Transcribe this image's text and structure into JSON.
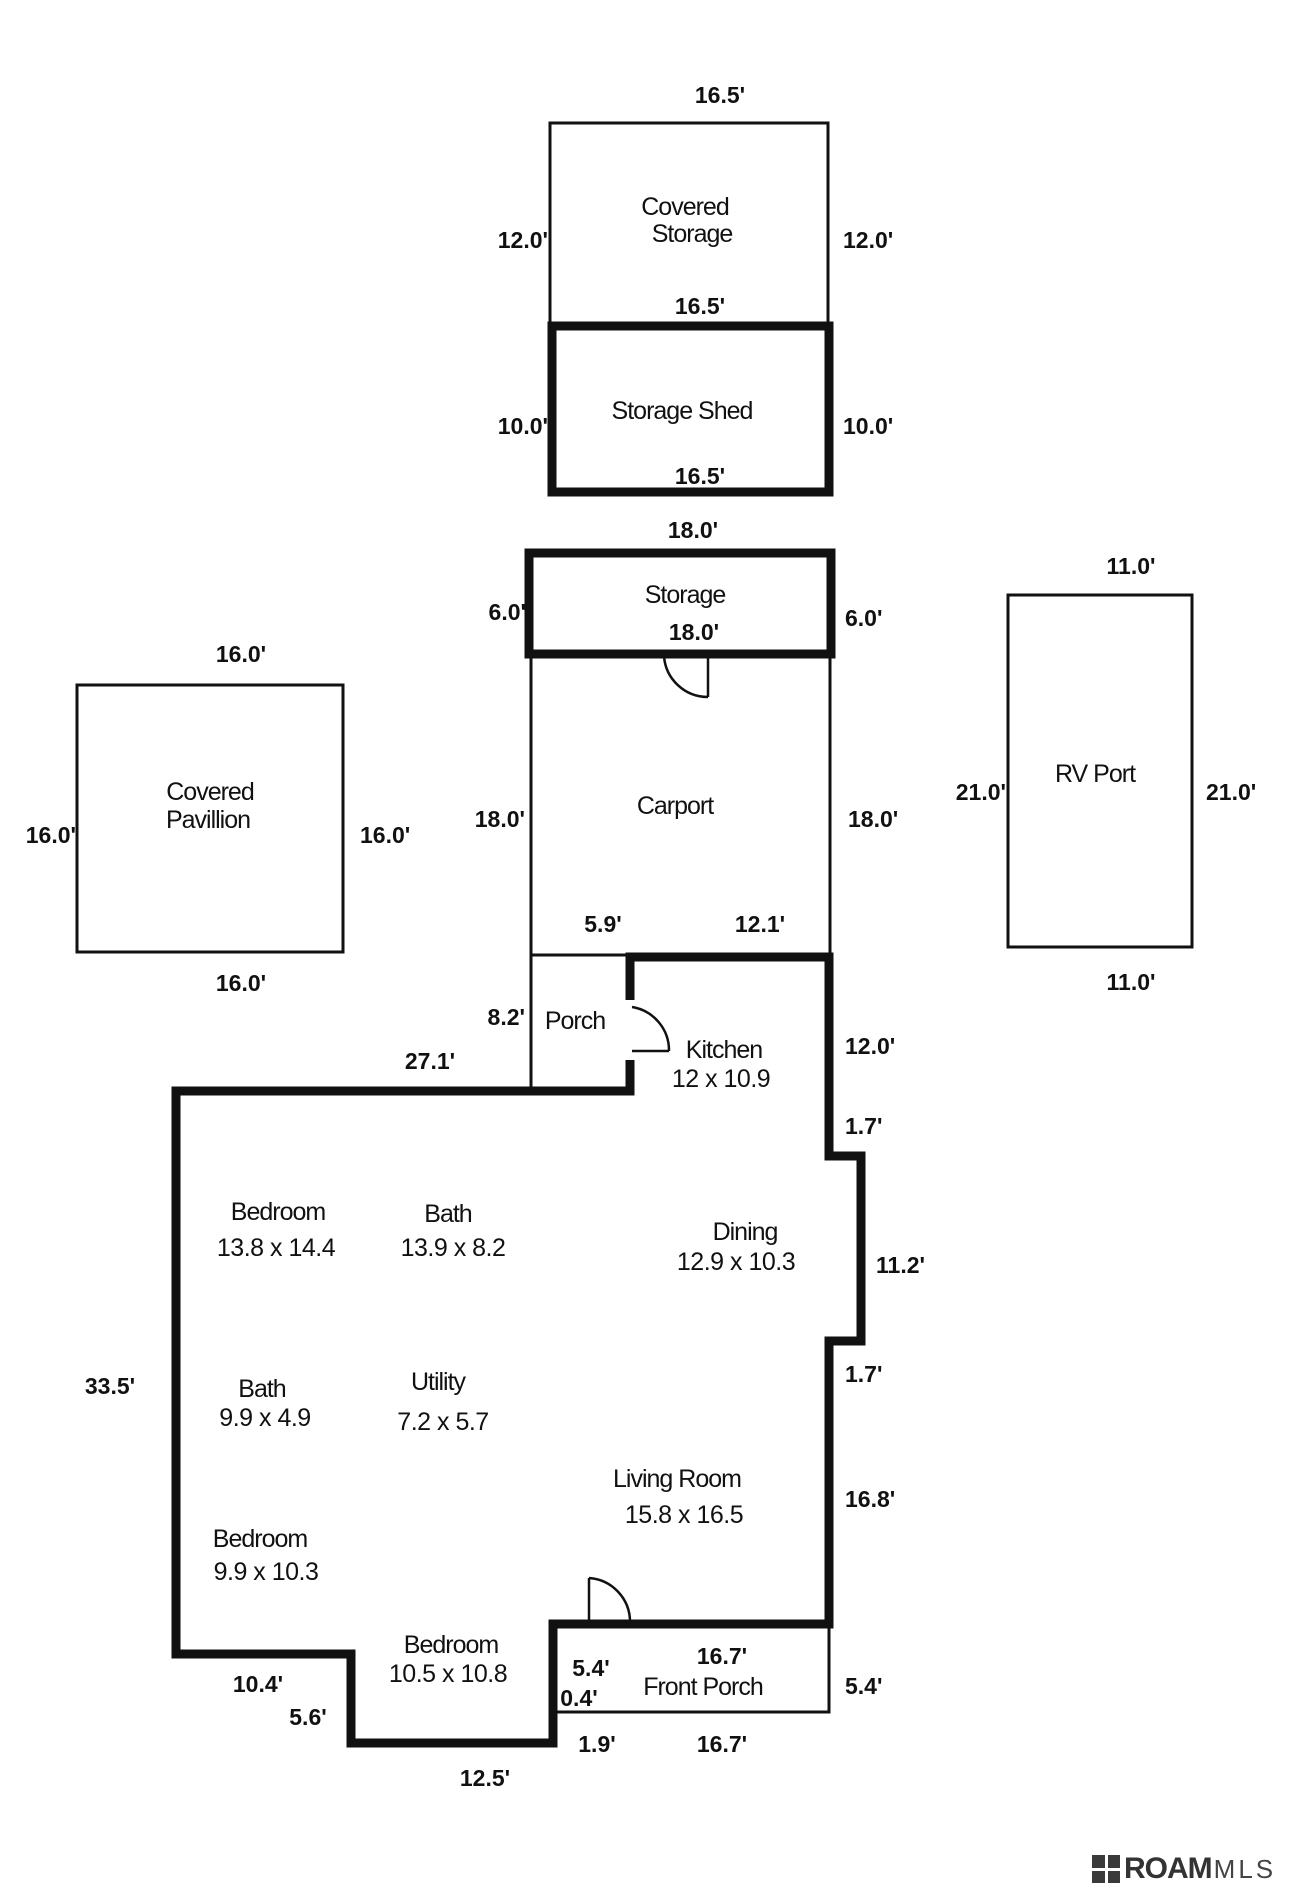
{
  "rooms": {
    "covered_storage": {
      "name_line1": "Covered",
      "name_line2": "Storage"
    },
    "storage_shed": {
      "name": "Storage Shed"
    },
    "storage": {
      "name": "Storage"
    },
    "carport": {
      "name": "Carport"
    },
    "covered_pavilion": {
      "name_line1": "Covered",
      "name_line2": "Pavillion"
    },
    "rv_port": {
      "name": "RV Port"
    },
    "porch": {
      "name": "Porch"
    },
    "kitchen": {
      "name": "Kitchen",
      "size": "12 x 10.9"
    },
    "bedroom_1": {
      "name": "Bedroom",
      "size": "13.8 x 14.4"
    },
    "bath_1": {
      "name": "Bath",
      "size": "13.9 x 8.2"
    },
    "dining": {
      "name": "Dining",
      "size": "12.9 x 10.3"
    },
    "bath_2": {
      "name": "Bath",
      "size": "9.9 x 4.9"
    },
    "utility": {
      "name": "Utility",
      "size": "7.2 x 5.7"
    },
    "living_room": {
      "name": "Living Room",
      "size": "15.8 x 16.5"
    },
    "bedroom_2": {
      "name": "Bedroom",
      "size": "9.9 x 10.3"
    },
    "bedroom_3": {
      "name": "Bedroom",
      "size": "10.5 x 10.8"
    },
    "front_porch": {
      "name": "Front Porch"
    }
  },
  "dimensions": {
    "covered_storage_top": "16.5'",
    "covered_storage_left": "12.0'",
    "covered_storage_right": "12.0'",
    "covered_storage_bottom": "16.5'",
    "shed_left": "10.0'",
    "shed_right": "10.0'",
    "shed_bottom": "16.5'",
    "storage_top": "18.0'",
    "storage_left": "6.0'",
    "storage_right": "6.0'",
    "storage_bottom": "18.0'",
    "rv_top": "11.0'",
    "rv_left": "21.0'",
    "rv_right": "21.0'",
    "rv_bottom": "11.0'",
    "pavilion_top": "16.0'",
    "pavilion_left": "16.0'",
    "pavilion_right": "16.0'",
    "pavilion_bottom": "16.0'",
    "carport_left": "18.0'",
    "carport_right": "18.0'",
    "carport_bottom_left": "5.9'",
    "carport_bottom_right": "12.1'",
    "porch_left": "8.2'",
    "house_top_left": "27.1'",
    "kitchen_right": "12.0'",
    "bump_top": "1.7'",
    "dining_right": "11.2'",
    "bump_bottom": "1.7'",
    "house_left": "33.5'",
    "living_right": "16.8'",
    "front_porch_top": "16.7'",
    "front_porch_left": "5.4'",
    "front_porch_right": "5.4'",
    "front_porch_small": "0.4'",
    "front_porch_bottom": "16.7'",
    "step_small": "1.9'",
    "house_bottom_left": "10.4'",
    "house_step": "5.6'",
    "house_bottom": "12.5'"
  },
  "branding": {
    "logo_text": "ROAM",
    "logo_sub": "MLS"
  }
}
